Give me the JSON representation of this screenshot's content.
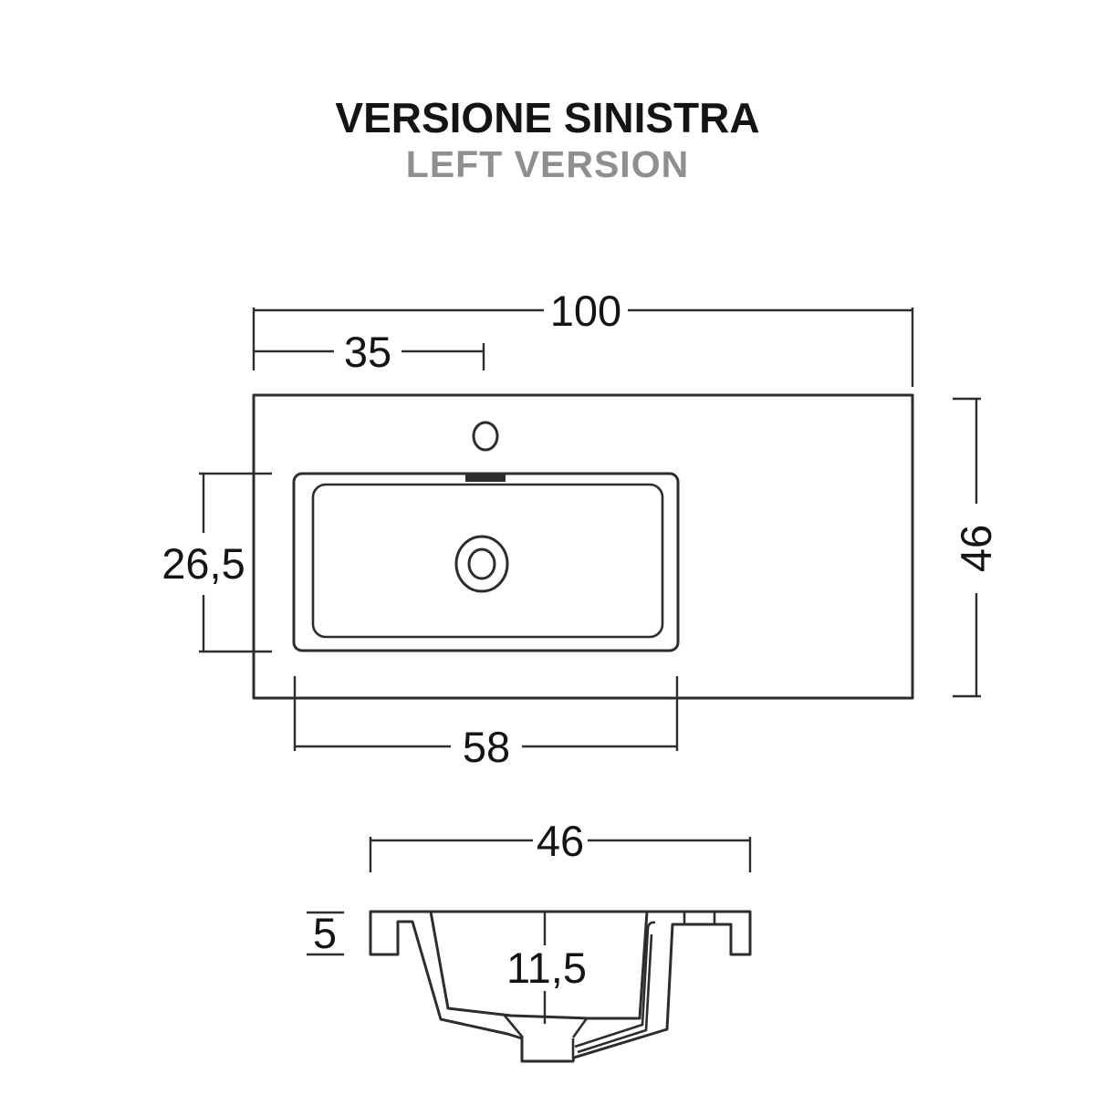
{
  "title": {
    "main": "VERSIONE SINISTRA",
    "sub": "LEFT VERSION"
  },
  "top_view": {
    "dim_total_width": "100",
    "dim_faucet_offset": "35",
    "dim_basin_depth": "26,5",
    "dim_total_depth": "46",
    "dim_basin_width": "58"
  },
  "section_view": {
    "dim_basin_outer_width": "46",
    "dim_edge_thickness": "5",
    "dim_bowl_depth": "11,5"
  },
  "colors": {
    "line": "#2d2d2d",
    "text": "#141414",
    "subtitle_gray": "#8f8f8f",
    "bg": "#ffffff"
  }
}
